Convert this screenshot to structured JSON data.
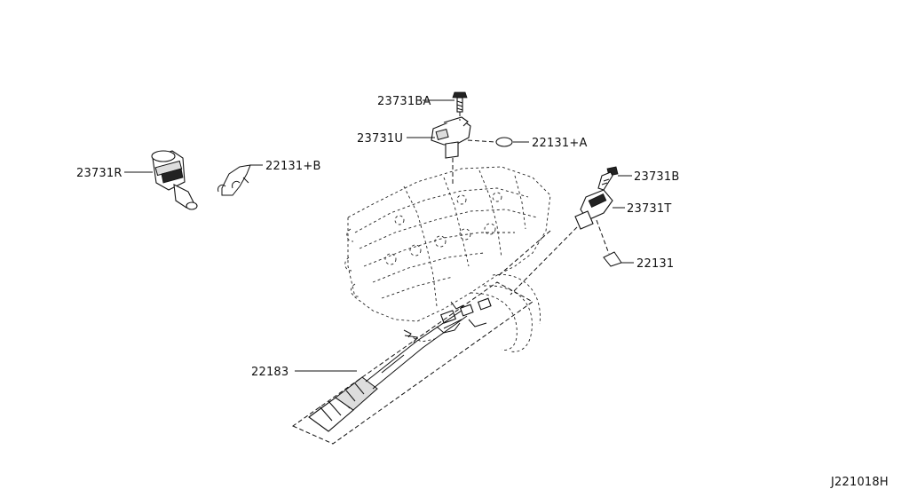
{
  "callouts": [
    {
      "id": "bolt-top",
      "text": "23731BA"
    },
    {
      "id": "sensor-top",
      "text": "23731U"
    },
    {
      "id": "oring-top",
      "text": "22131+A"
    },
    {
      "id": "sensor-left",
      "text": "23731R"
    },
    {
      "id": "oring-left",
      "text": "22131+B"
    },
    {
      "id": "bolt-right",
      "text": "23731B"
    },
    {
      "id": "sensor-right",
      "text": "23731T"
    },
    {
      "id": "oring-right",
      "text": "22131"
    },
    {
      "id": "harness",
      "text": "22183"
    }
  ],
  "reference_code": "J221018H"
}
